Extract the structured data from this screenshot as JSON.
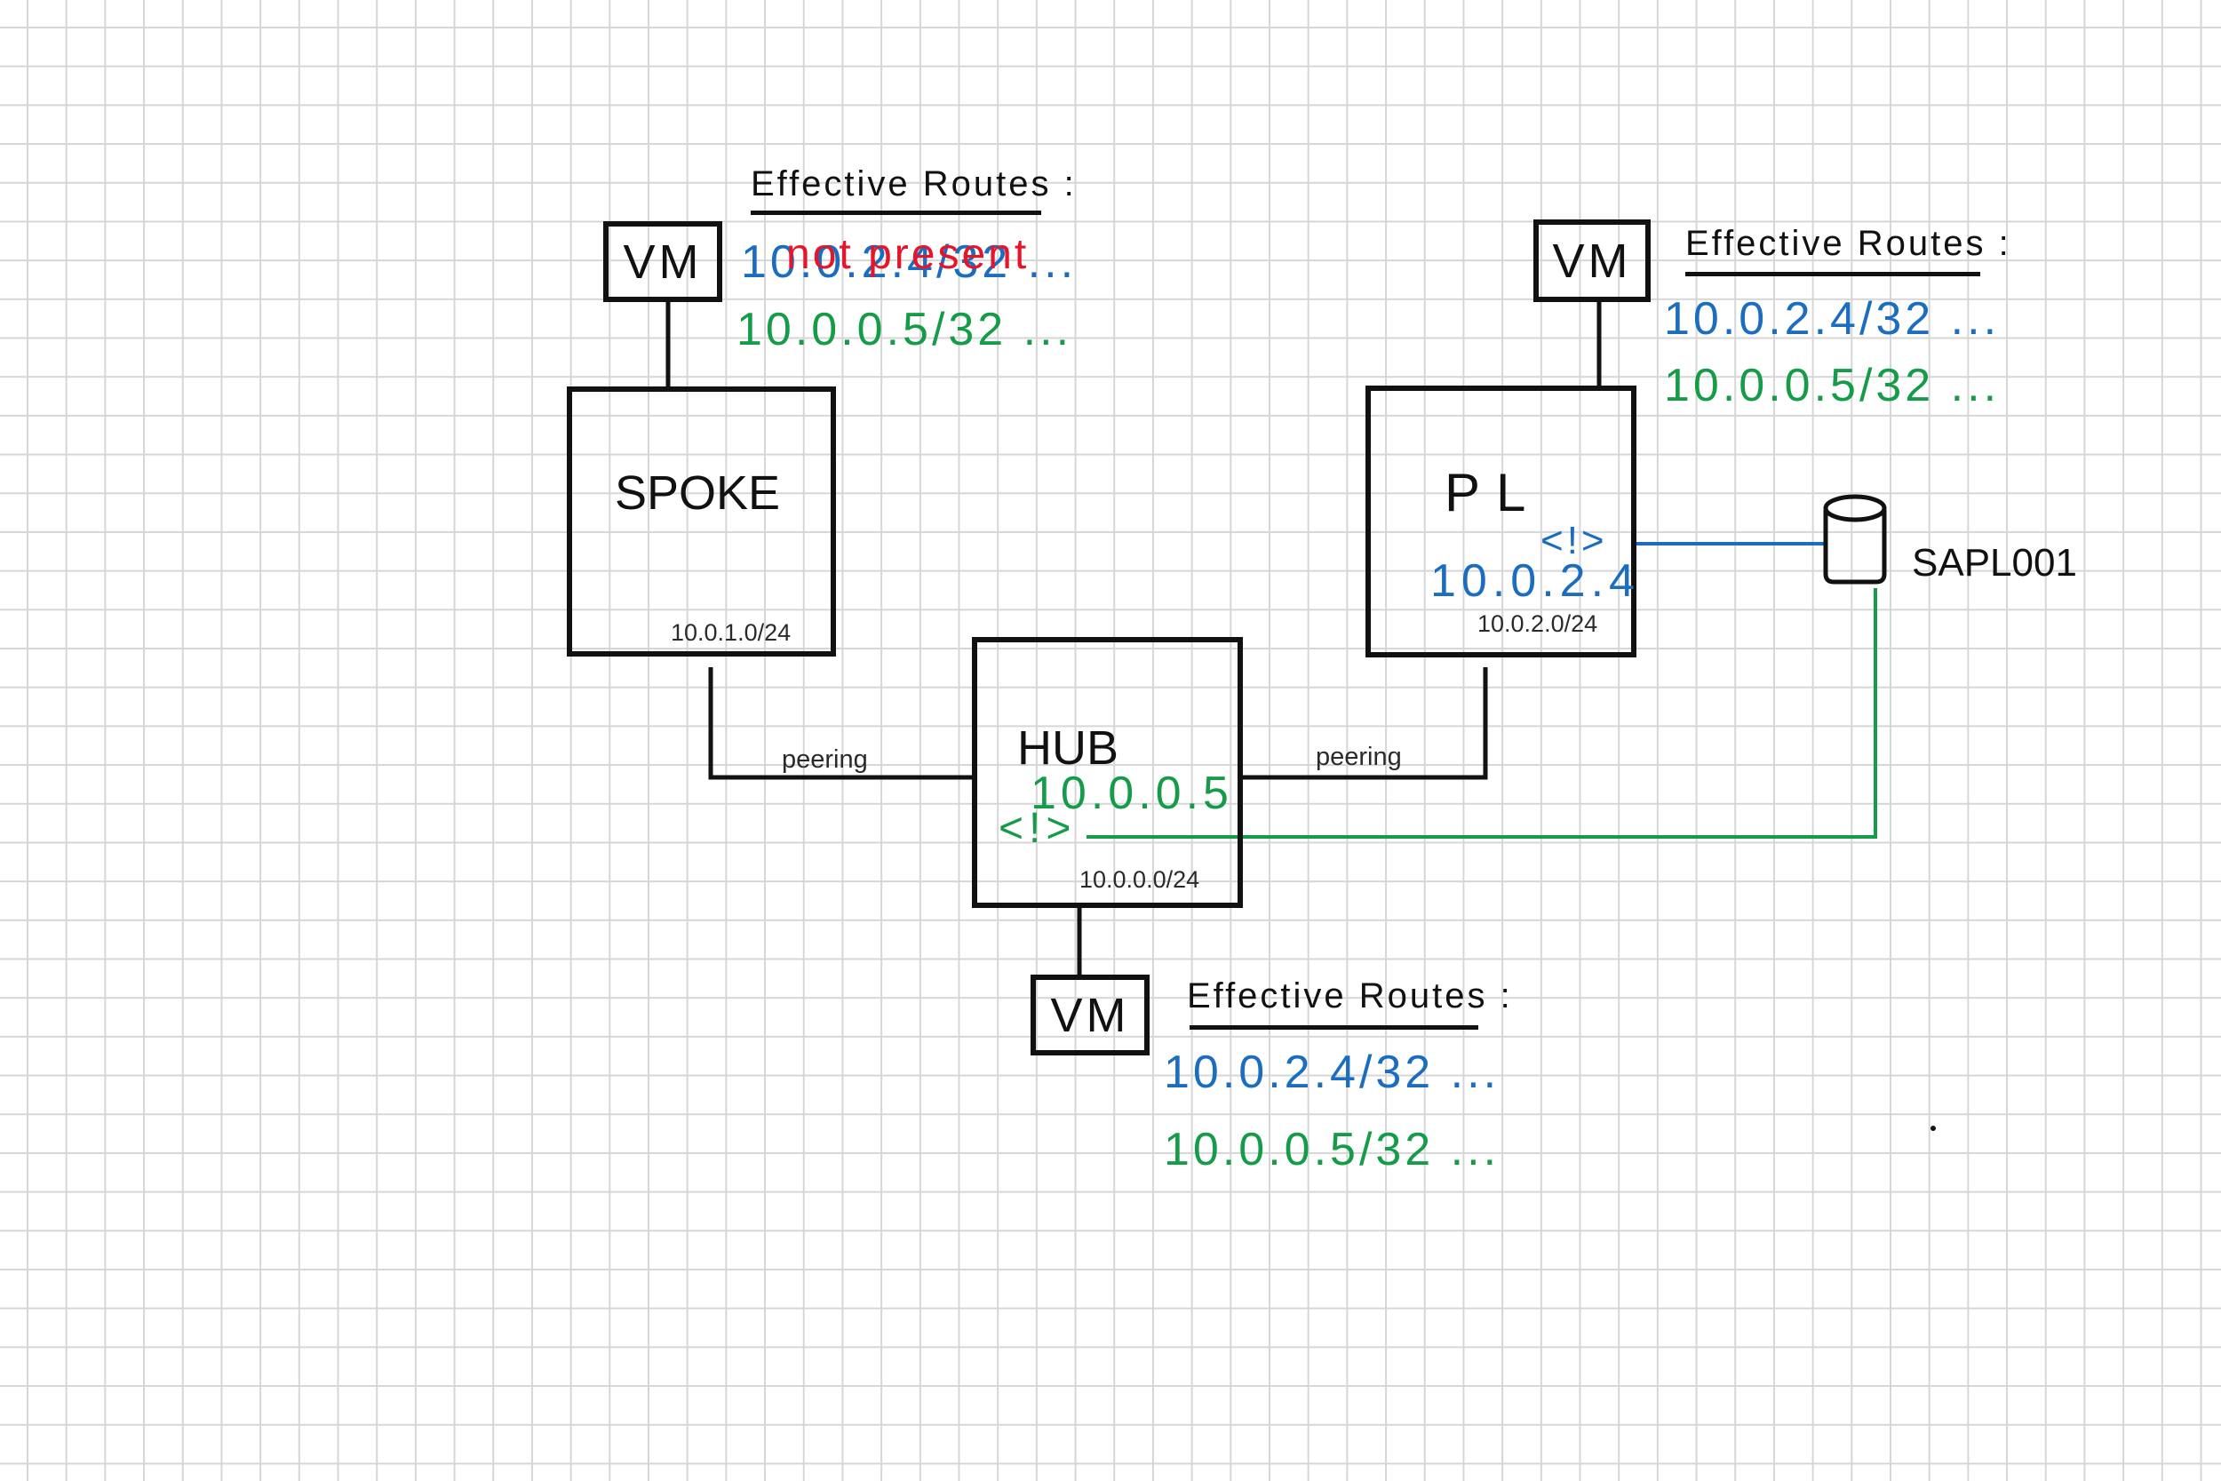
{
  "diagram": {
    "spoke": {
      "label": "SPOKE",
      "subnet": "10.0.1.0/24"
    },
    "hub": {
      "label": "HUB",
      "subnet": "10.0.0.0/24",
      "private_endpoint_ip": "10.0.0.5",
      "private_endpoint_marker": "<!>"
    },
    "pl": {
      "label": "PL",
      "subnet": "10.0.2.0/24",
      "private_endpoint_ip": "10.0.2.4",
      "private_endpoint_marker": "<!>"
    },
    "storage": {
      "label": "SAPL001",
      "icon": "storage-cylinder-icon"
    },
    "links": {
      "spoke_hub": "peering",
      "hub_pl": "peering"
    },
    "vms": {
      "spoke": "VM",
      "pl": "VM",
      "hub": "VM"
    },
    "effective_routes": {
      "spoke_vm": {
        "title": "Effective Routes :",
        "route_blue": "10.0.2.4/32 ...",
        "route_green": "10.0.0.5/32 ...",
        "annotation": "not present"
      },
      "pl_vm": {
        "title": "Effective Routes :",
        "route_blue": "10.0.2.4/32 ...",
        "route_green": "10.0.0.5/32 ..."
      },
      "hub_vm": {
        "title": "Effective Routes :",
        "route_blue": "10.0.2.4/32 ...",
        "route_green": "10.0.0.5/32 ..."
      }
    }
  },
  "colors": {
    "ink": "#111111",
    "blue": "#1b6dbf",
    "green": "#169c48",
    "red": "#e4162b",
    "grid": "#d6d6d6"
  }
}
